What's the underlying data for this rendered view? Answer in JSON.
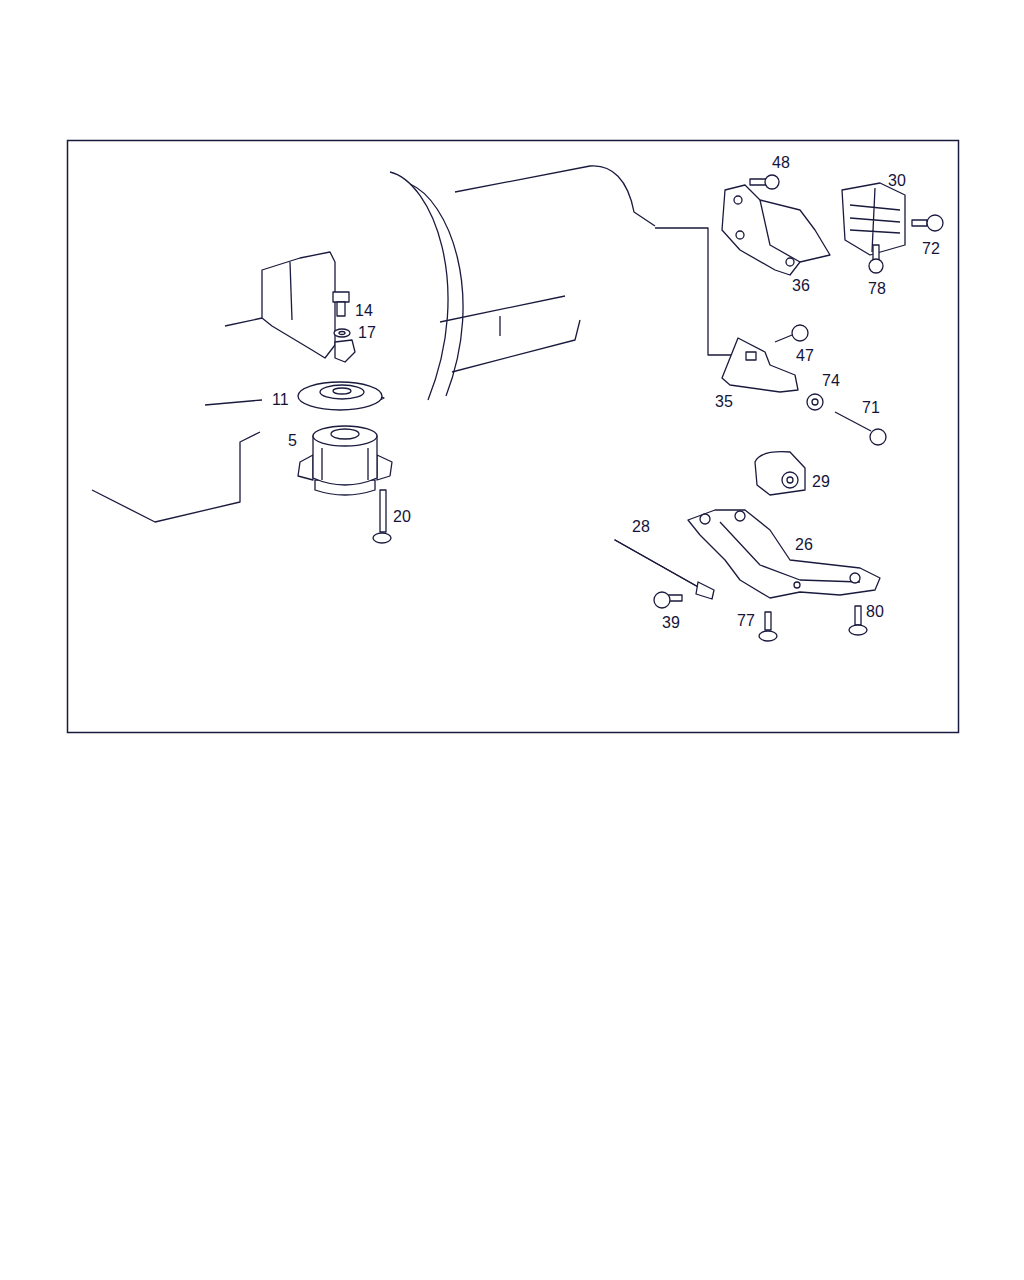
{
  "diagram": {
    "labels": [
      "48",
      "30",
      "72",
      "36",
      "78",
      "14",
      "17",
      "47",
      "35",
      "74",
      "71",
      "11",
      "5",
      "29",
      "20",
      "28",
      "26",
      "39",
      "77",
      "80"
    ]
  }
}
